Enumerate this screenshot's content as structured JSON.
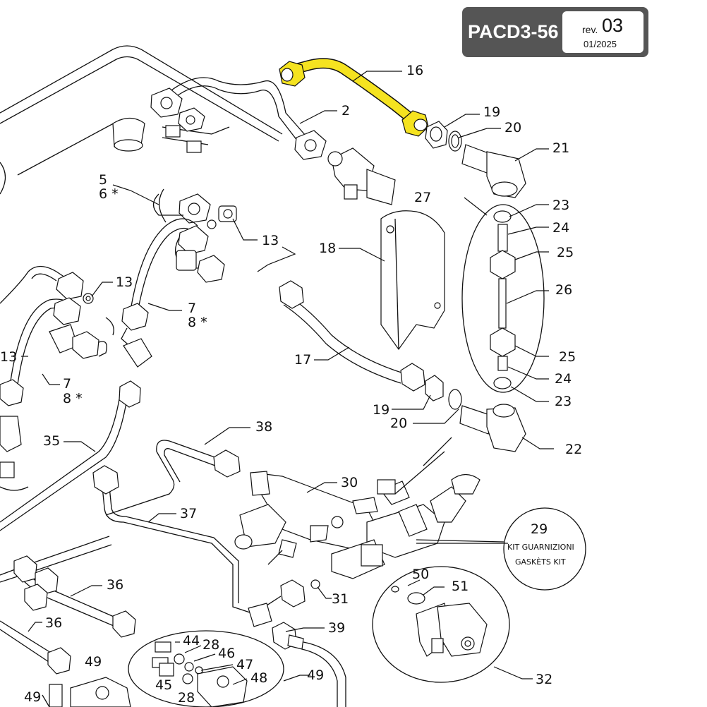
{
  "title_block": {
    "code": "PACD3-56",
    "rev_prefix": "rev.",
    "rev_number": "03",
    "date": "01/2025"
  },
  "kit_callout": {
    "number": "29",
    "line1": "KIT GUARNIZIONI",
    "line2": "GASKÈTS KIT"
  },
  "highlight_color": "#f5e320",
  "callouts": {
    "c16": "16",
    "c2": "2",
    "c19a": "19",
    "c20a": "20",
    "c21": "21",
    "c5": "5",
    "c6": "6 *",
    "c13a": "13",
    "c13b": "13",
    "c13c": "13",
    "c27": "27",
    "c23a": "23",
    "c24a": "24",
    "c25a": "25",
    "c26": "26",
    "c25b": "25",
    "c24b": "24",
    "c23b": "23",
    "c18": "18",
    "c7a": "7",
    "c8a": "8 *",
    "c7b": "7",
    "c8b": "8 *",
    "c17": "17",
    "c19b": "19",
    "c20b": "20",
    "c22": "22",
    "c35": "35",
    "c38": "38",
    "c30": "30",
    "c37": "37",
    "c36a": "36",
    "c36b": "36",
    "c31": "31",
    "c50": "50",
    "c51": "51",
    "c39": "39",
    "c44": "44",
    "c28a": "28",
    "c46": "46",
    "c47": "47",
    "c48": "48",
    "c49a": "49",
    "c49b": "49",
    "c49c": "49",
    "c45": "45",
    "c28b": "28",
    "c32": "32"
  }
}
